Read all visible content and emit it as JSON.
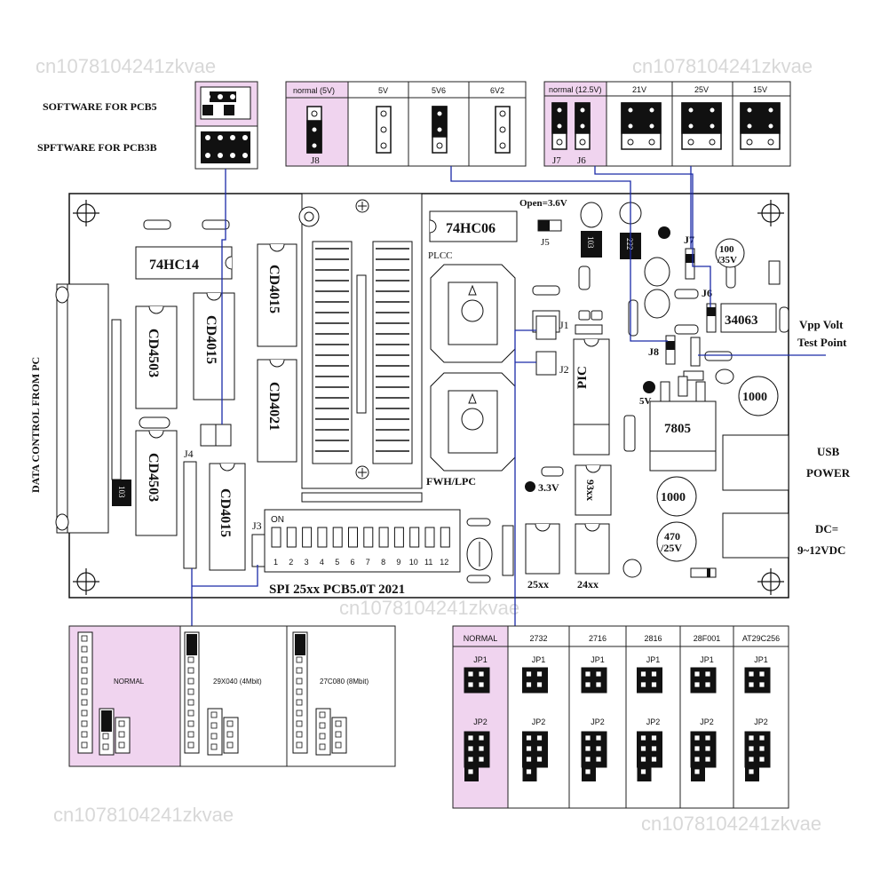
{
  "watermark": "cn1078104241zkvae",
  "software_labels": {
    "pcb5": "SOFTWARE FOR PCB5",
    "pcb3b": "SPFTWARE FOR PCB3B"
  },
  "voltage_table_1": {
    "headers": [
      "normal  (5V)",
      "5V",
      "5V6",
      "6V2"
    ],
    "label": "J8"
  },
  "voltage_table_2": {
    "headers": [
      "normal  (12.5V)",
      "21V",
      "25V",
      "15V"
    ],
    "labels": [
      "J7",
      "J6"
    ]
  },
  "board": {
    "chips": {
      "hc14": "74HC14",
      "hc06": "74HC06",
      "cd4015_a": "CD4015",
      "cd4015_b": "CD4015",
      "cd4015_c": "CD4015",
      "cd4503_a": "CD4503",
      "cd4503_b": "CD4503",
      "cd4021": "CD4021",
      "pic": "PIC",
      "u7805": "7805",
      "u34063": "34063",
      "c93xx": "93xx",
      "c25xx": "25xx",
      "c24xx": "24xx"
    },
    "labels": {
      "open": "Open=3.6V",
      "j5": "J5",
      "plcc": "PLCC",
      "j1": "J1",
      "j2": "J2",
      "j3": "J3",
      "j4": "J4",
      "j6": "J6",
      "j7": "J7",
      "j8": "J8",
      "fwh": "FWH/LPC",
      "v33": "3.3V",
      "v5": "5V",
      "data_control": "DATA CONTROL FROM PC",
      "dip_on": "ON",
      "dip_numbers": [
        "1",
        "2",
        "3",
        "4",
        "5",
        "6",
        "7",
        "8",
        "9",
        "10",
        "11",
        "12"
      ],
      "title": "SPI 25xx PCB5.0T 2021",
      "r103a": "103",
      "r103b": "103",
      "r222": "222",
      "cap1000a": "1000",
      "cap1000b": "1000",
      "cap100": "100",
      "cap100v": "/35V",
      "cap470": "470",
      "cap470v": "/25V"
    }
  },
  "side_labels": {
    "vpp": "Vpp Volt",
    "vpp2": "Test Point",
    "usb": "USB",
    "usb2": "POWER",
    "dc": "DC=",
    "dc2": "9~12VDC"
  },
  "rom_table": {
    "headers": [
      "NORMAL",
      "29X040  (4Mbit)",
      "27C080  (8Mbit)"
    ]
  },
  "jp_table": {
    "headers": [
      "NORMAL",
      "2732",
      "2716",
      "2816",
      "28F001",
      "AT29C256"
    ],
    "jp1": "JP1",
    "jp2": "JP2"
  },
  "colors": {
    "highlight": "#f0d4ef",
    "wire": "#1a2aa8",
    "ink": "#111111"
  }
}
